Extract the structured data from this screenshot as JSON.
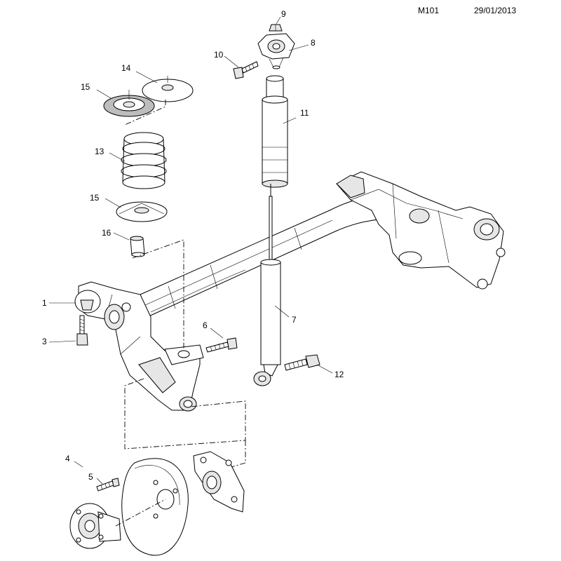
{
  "header": {
    "code": "M101",
    "date": "29/01/2013"
  },
  "parts": [
    {
      "id": "p1",
      "number": "1"
    },
    {
      "id": "p3",
      "number": "3"
    },
    {
      "id": "p4",
      "number": "4"
    },
    {
      "id": "p5",
      "number": "5"
    },
    {
      "id": "p6",
      "number": "6"
    },
    {
      "id": "p7",
      "number": "7"
    },
    {
      "id": "p8",
      "number": "8"
    },
    {
      "id": "p9",
      "number": "9"
    },
    {
      "id": "p10",
      "number": "10"
    },
    {
      "id": "p11",
      "number": "11"
    },
    {
      "id": "p12",
      "number": "12"
    },
    {
      "id": "p13",
      "number": "13"
    },
    {
      "id": "p14",
      "number": "14"
    },
    {
      "id": "p15a",
      "number": "15"
    },
    {
      "id": "p15b",
      "number": "15"
    },
    {
      "id": "p16",
      "number": "16"
    }
  ]
}
